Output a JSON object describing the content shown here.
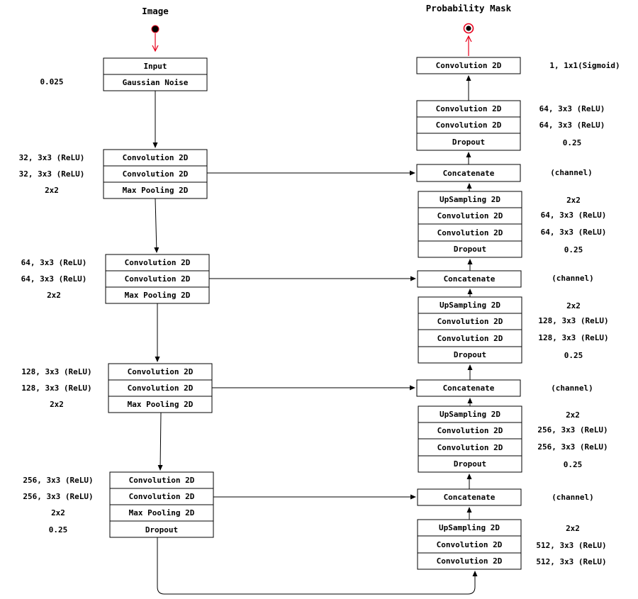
{
  "input_title": "Image",
  "output_title": "Probability Mask",
  "colors": {
    "accent": "#e8001c",
    "stroke": "#000000",
    "box_fill": "#ffffff"
  },
  "encoder": [
    {
      "layers": [
        "Input",
        "Gaussian Noise"
      ],
      "params": [
        "0.025"
      ]
    },
    {
      "layers": [
        "Convolution 2D",
        "Convolution 2D",
        "Max Pooling 2D"
      ],
      "params": [
        "32, 3x3 (ReLU)",
        "32, 3x3 (ReLU)",
        "2x2"
      ]
    },
    {
      "layers": [
        "Convolution 2D",
        "Convolution 2D",
        "Max Pooling 2D"
      ],
      "params": [
        "64, 3x3 (ReLU)",
        "64, 3x3 (ReLU)",
        "2x2"
      ]
    },
    {
      "layers": [
        "Convolution 2D",
        "Convolution 2D",
        "Max Pooling 2D"
      ],
      "params": [
        "128, 3x3 (ReLU)",
        "128, 3x3 (ReLU)",
        "2x2"
      ]
    },
    {
      "layers": [
        "Convolution 2D",
        "Convolution 2D",
        "Max Pooling 2D",
        "Dropout"
      ],
      "params": [
        "256, 3x3 (ReLU)",
        "256, 3x3 (ReLU)",
        "2x2",
        "0.25"
      ]
    }
  ],
  "decoder": [
    {
      "layers": [
        "Convolution 2D"
      ],
      "params": [
        "1, 1x1(Sigmoid)"
      ]
    },
    {
      "layers": [
        "Convolution 2D",
        "Convolution 2D",
        "Dropout"
      ],
      "params": [
        "64, 3x3 (ReLU)",
        "64, 3x3 (ReLU)",
        "0.25"
      ]
    },
    {
      "layers": [
        "Concatenate"
      ],
      "params": [
        "(channel)"
      ]
    },
    {
      "layers": [
        "UpSampling 2D",
        "Convolution 2D",
        "Convolution 2D",
        "Dropout"
      ],
      "params": [
        "2x2",
        "64, 3x3 (ReLU)",
        "64, 3x3 (ReLU)",
        "0.25"
      ]
    },
    {
      "layers": [
        "Concatenate"
      ],
      "params": [
        "(channel)"
      ]
    },
    {
      "layers": [
        "UpSampling 2D",
        "Convolution 2D",
        "Convolution 2D",
        "Dropout"
      ],
      "params": [
        "2x2",
        "128, 3x3 (ReLU)",
        "128, 3x3 (ReLU)",
        "0.25"
      ]
    },
    {
      "layers": [
        "Concatenate"
      ],
      "params": [
        "(channel)"
      ]
    },
    {
      "layers": [
        "UpSampling 2D",
        "Convolution 2D",
        "Convolution 2D",
        "Dropout"
      ],
      "params": [
        "2x2",
        "256, 3x3 (ReLU)",
        "256, 3x3 (ReLU)",
        "0.25"
      ]
    },
    {
      "layers": [
        "Concatenate"
      ],
      "params": [
        "(channel)"
      ]
    },
    {
      "layers": [
        "UpSampling 2D",
        "Convolution 2D",
        "Convolution 2D"
      ],
      "params": [
        "2x2",
        "512, 3x3 (ReLU)",
        "512, 3x3 (ReLU)"
      ]
    }
  ]
}
